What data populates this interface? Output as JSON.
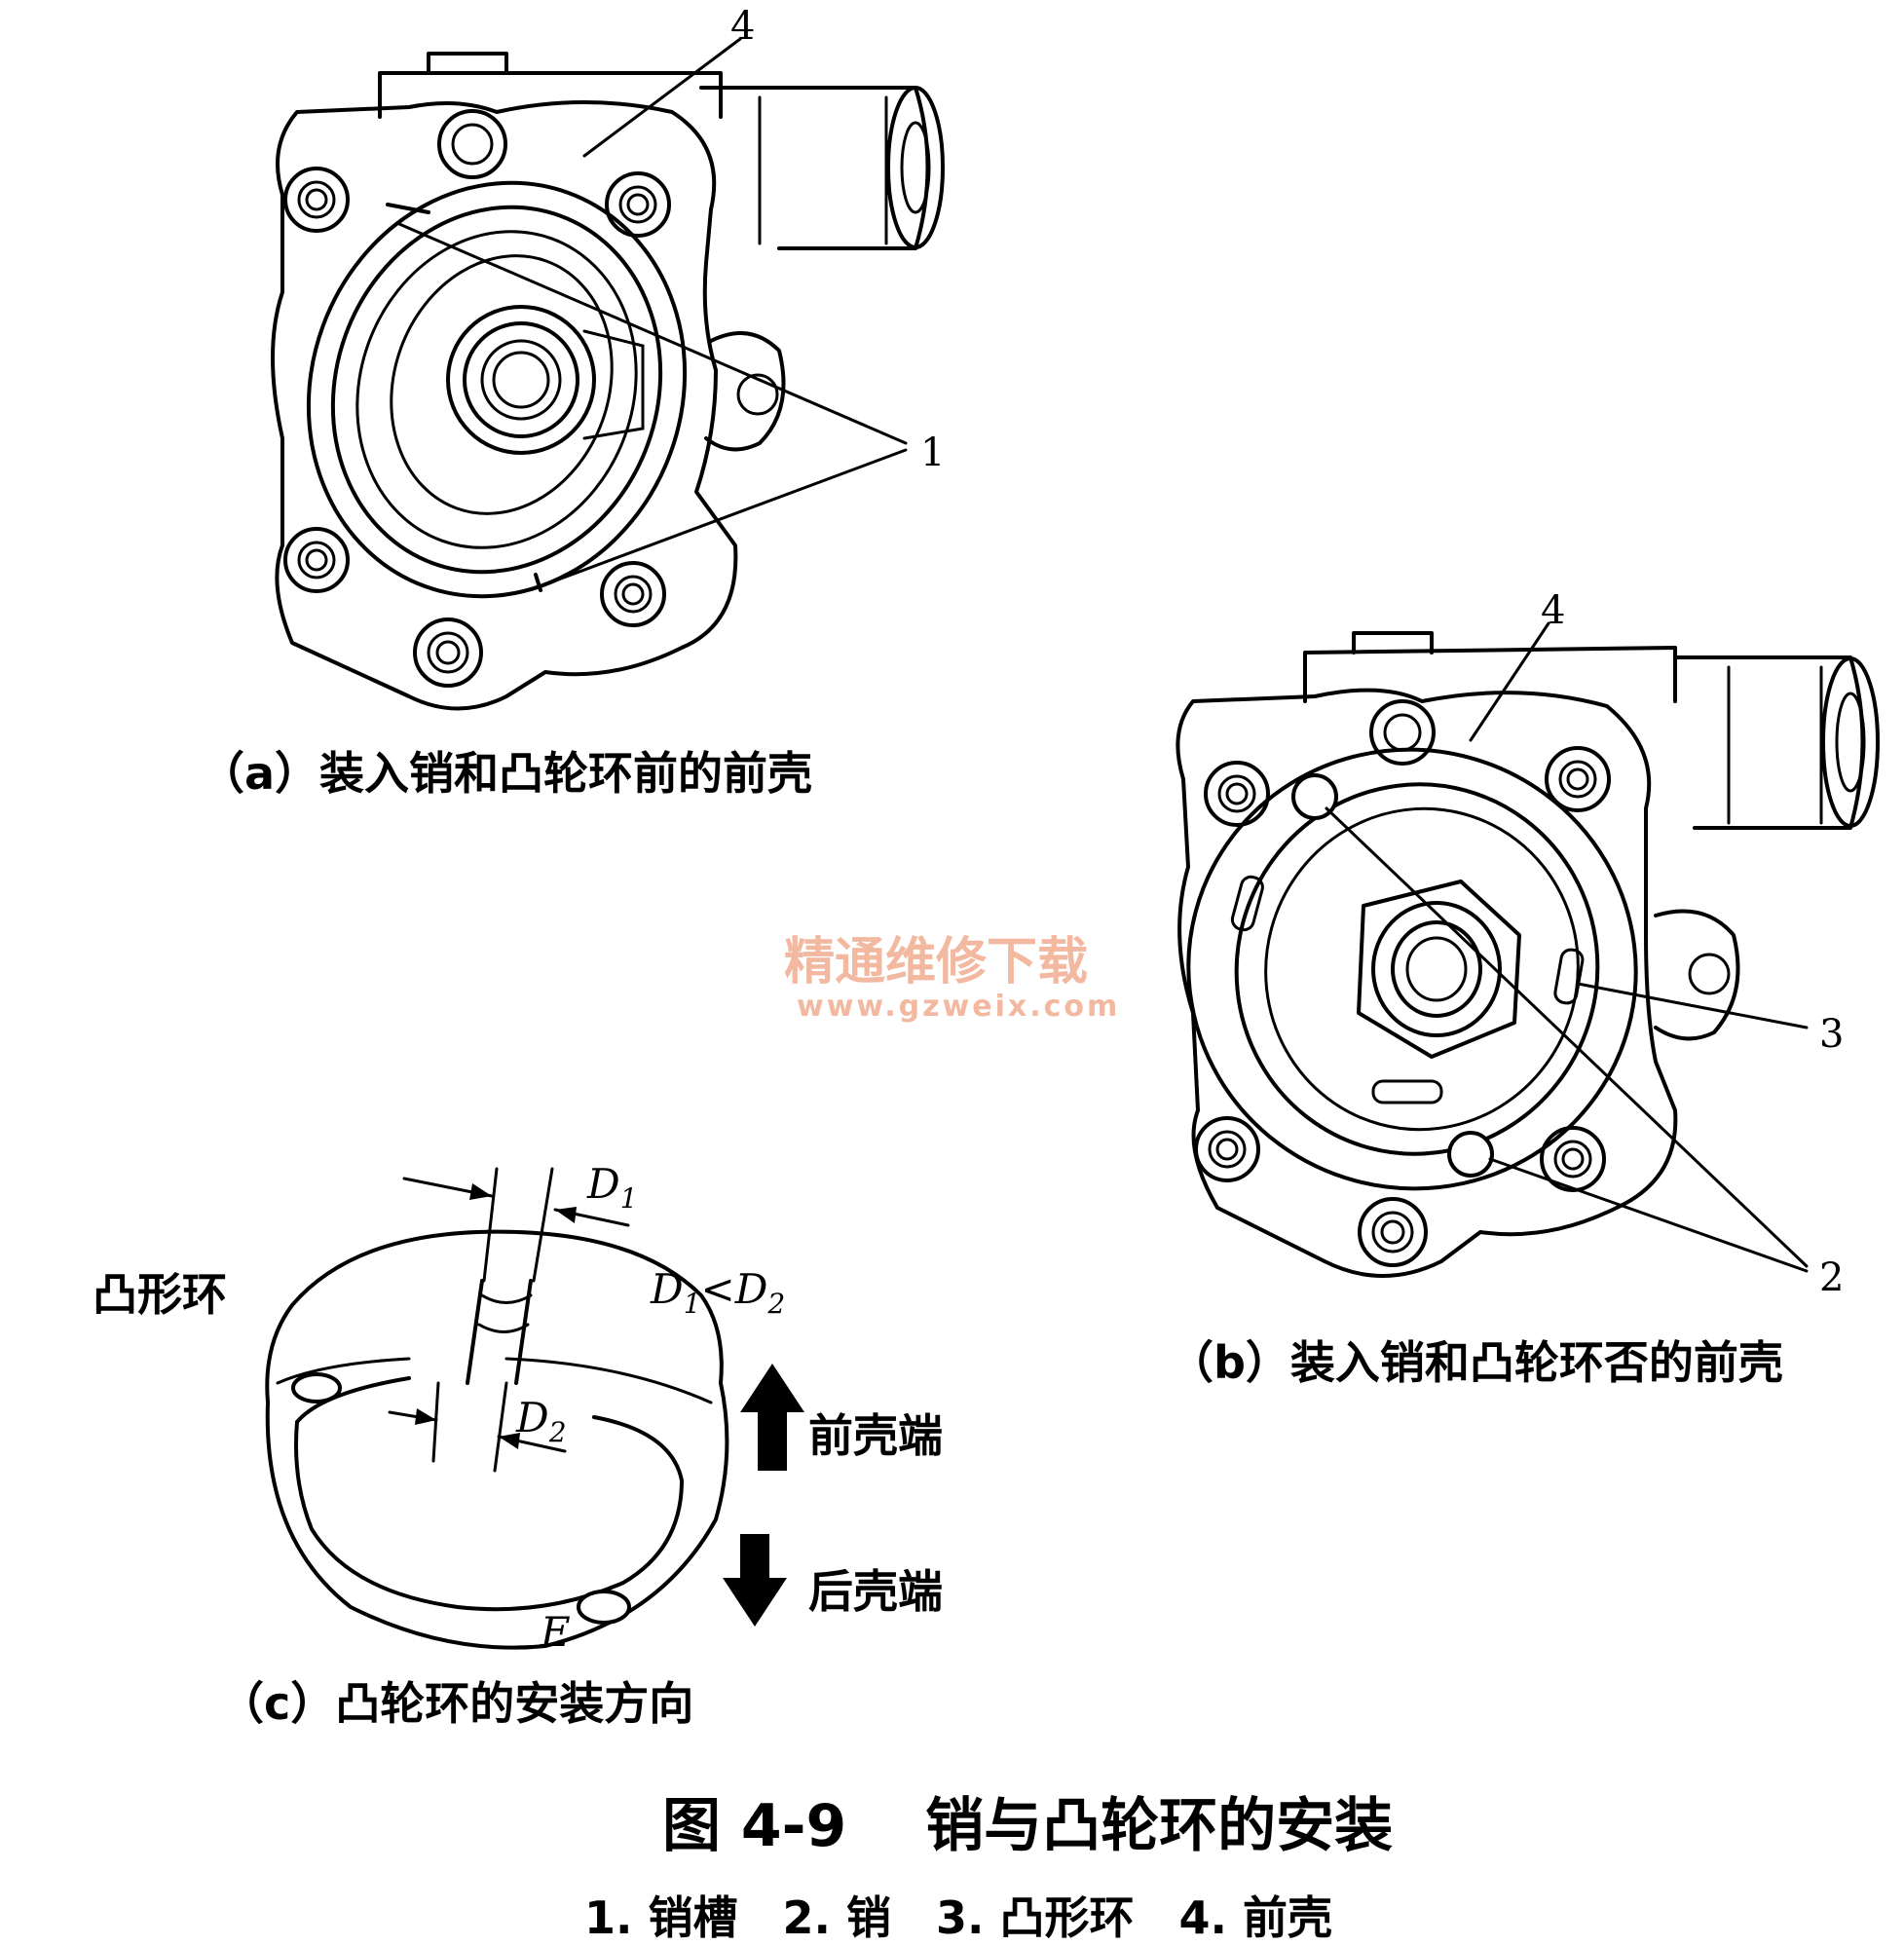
{
  "callouts": {
    "a_housing": "4",
    "a_pin_groove": "1",
    "b_housing": "4",
    "b_cam_ring": "3",
    "b_pin": "2"
  },
  "captions": {
    "a": "（a）装入销和凸轮环前的前壳",
    "b": "（b）装入销和凸轮环否的前壳",
    "c": "（c）凸轮环的安装方向"
  },
  "panel_c": {
    "ring_label": "凸形环",
    "d1": "D",
    "d1_sub": "1",
    "d2": "D",
    "d2_sub": "2",
    "relation_a": "D",
    "relation_a_sub": "1",
    "relation_op": "<",
    "relation_b": "D",
    "relation_b_sub": "2",
    "front_end": "前壳端",
    "rear_end": "后壳端",
    "mark_e": "E"
  },
  "watermark": {
    "text": "精通维修下载",
    "url": "www.gzweix.com"
  },
  "figure_title": "图 4-9　 销与凸轮环的安装",
  "legend": "1. 销槽　2. 销　3. 凸形环　4. 前壳"
}
